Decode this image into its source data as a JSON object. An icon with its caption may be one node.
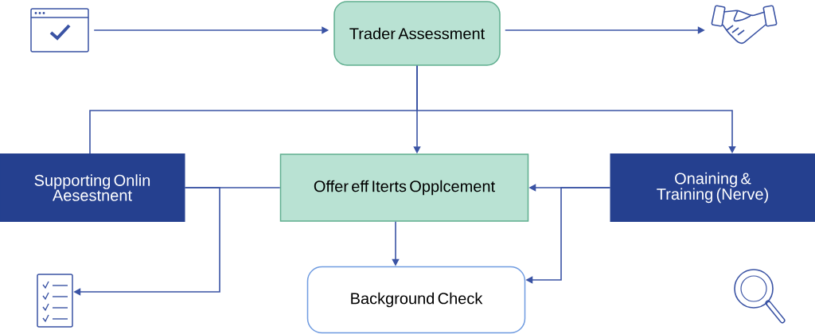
{
  "diagram": {
    "nodes": [
      {
        "text": [],
        "shape": "picture"
      },
      {
        "text": [
          "Trader Assessment"
        ]
      },
      {
        "text": [],
        "shape": "picture"
      },
      {
        "text": [
          "Supporting Onlin Aesestnent"
        ]
      },
      {
        "text": [
          "Offer eff Iterts Opplcement"
        ]
      },
      {
        "text": [
          "Onaining & Training (Nerve)"
        ]
      },
      {
        "text": [],
        "shape": "picture"
      },
      {
        "text": [
          "Background Check"
        ]
      },
      {
        "text": [],
        "shape": "picture"
      }
    ],
    "edges": [
      {
        "from": 0,
        "to": 1,
        "arrow": "to"
      },
      {
        "from": 1,
        "to": 2,
        "arrow": "to"
      },
      {
        "from": 1,
        "to": 4,
        "arrow": "to"
      },
      {
        "from": 1,
        "to": 5,
        "arrow": "to"
      },
      {
        "from": 1,
        "to": 3,
        "arrow": "none"
      },
      {
        "from": 3,
        "to": 4,
        "arrow": "none"
      },
      {
        "from": 3,
        "to": 6,
        "arrow": "to"
      },
      {
        "from": 5,
        "to": 4,
        "arrow": "to"
      },
      {
        "from": 5,
        "to": 7,
        "arrow": "to"
      },
      {
        "from": 4,
        "to": 7,
        "arrow": "to"
      }
    ]
  }
}
